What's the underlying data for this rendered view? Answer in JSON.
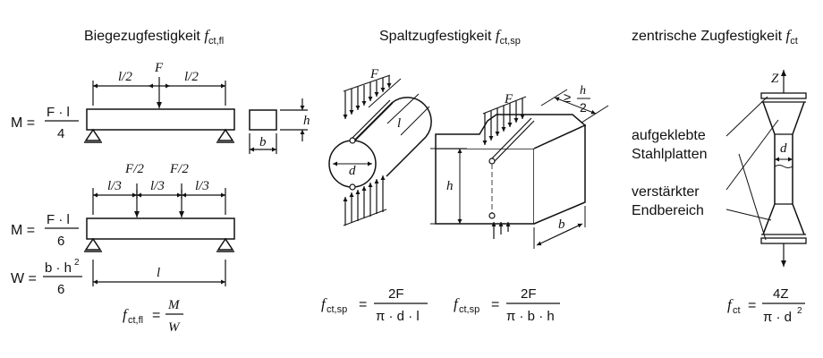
{
  "panels": {
    "bending": {
      "title": "Biegezugfestigkeit",
      "title_symbol": "f",
      "title_sub": "ct,fl",
      "top_beam": {
        "span_left": "l/2",
        "span_right": "l/2",
        "load": "F"
      },
      "section": {
        "height": "h",
        "width": "b"
      },
      "moment1": {
        "lhs": "M =",
        "num": "F · l",
        "den": "4"
      },
      "bottom_beam": {
        "span1": "l/3",
        "span2": "l/3",
        "span3": "l/3",
        "load1": "F/2",
        "load2": "F/2",
        "span_total": "l"
      },
      "moment2": {
        "lhs": "M =",
        "num": "F · l",
        "den": "6"
      },
      "modulus": {
        "lhs": "W =",
        "num_base": "b · h",
        "num_exp": "2",
        "den": "6"
      },
      "result": {
        "symbol": "f",
        "sub": "ct,fl",
        "eq": "=",
        "num": "M",
        "den": "W"
      }
    },
    "splitting": {
      "title": "Spaltzugfestigkeit",
      "title_symbol": "f",
      "title_sub": "ct,sp",
      "cylinder": {
        "load": "F",
        "length": "l",
        "diameter": "d"
      },
      "prism": {
        "load": "F",
        "geq": "≥",
        "frac_num": "h",
        "frac_den": "2",
        "height": "h",
        "width": "b"
      },
      "formula1": {
        "symbol": "f",
        "sub": "ct,sp",
        "eq": "=",
        "num": "2F",
        "den": "π · d · l"
      },
      "formula2": {
        "symbol": "f",
        "sub": "ct,sp",
        "eq": "=",
        "num": "2F",
        "den": "π · b · h"
      }
    },
    "axial": {
      "title": "zentrische Zugfestigkeit",
      "title_symbol": "f",
      "title_sub": "ct",
      "force": "Z",
      "diameter": "d",
      "label_plates_1": "aufgeklebte",
      "label_plates_2": "Stahlplatten",
      "label_end_1": "verstärkter",
      "label_end_2": "Endbereich",
      "formula": {
        "symbol": "f",
        "sub": "ct",
        "eq": "=",
        "num": "4Z",
        "den_base": "π · d",
        "den_exp": "2"
      }
    }
  }
}
